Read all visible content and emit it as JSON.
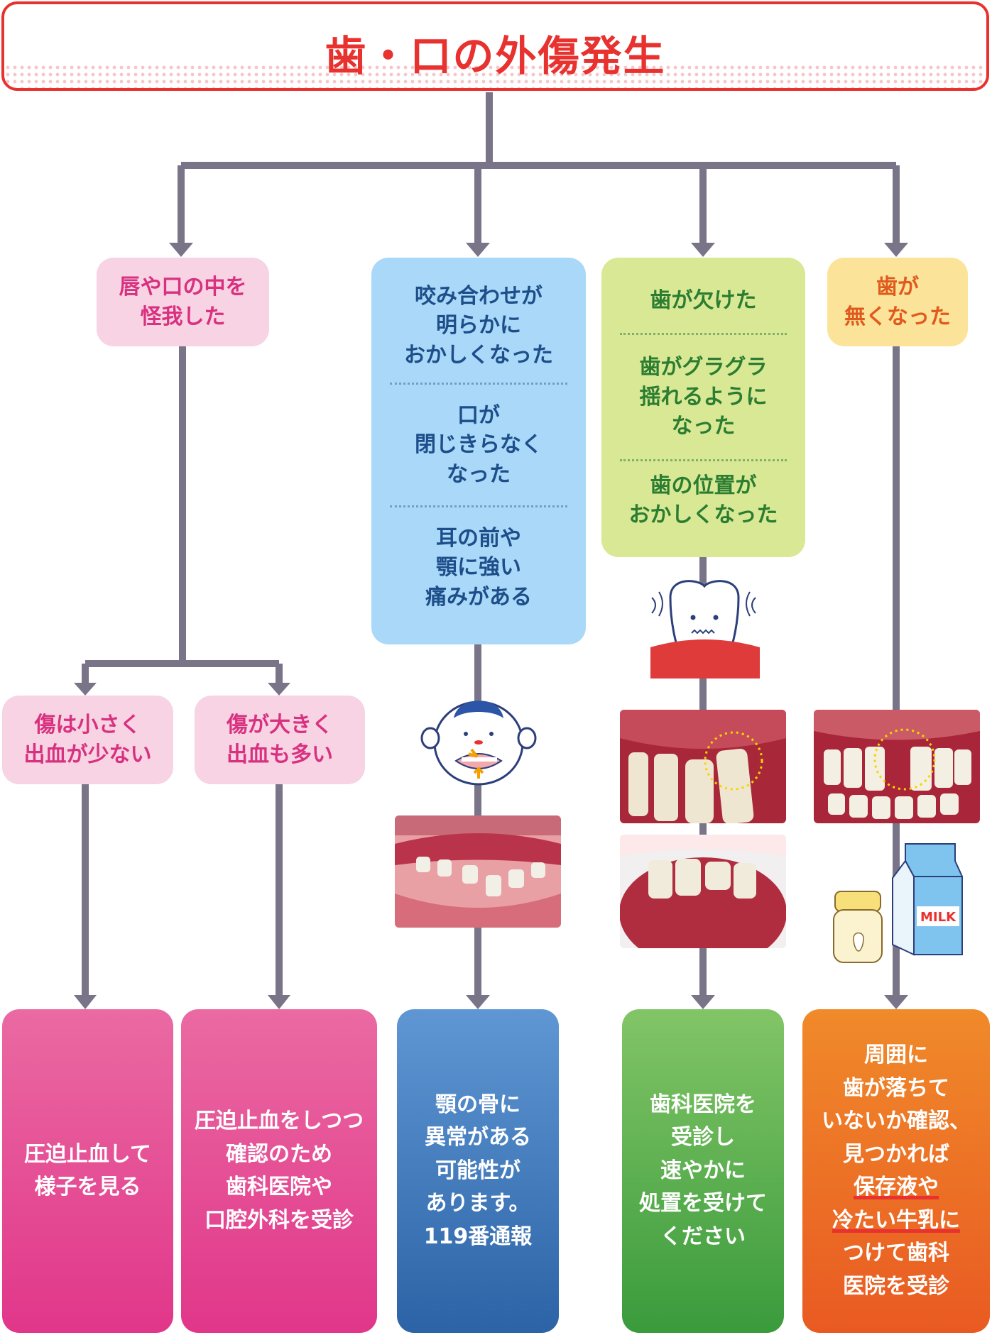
{
  "title": "歯・口の外傷発生",
  "colors": {
    "connector": "#7a7489",
    "title_red": "#e8322f",
    "pink": "#e1368a",
    "blue": "#2c63a6",
    "green": "#3a9b3c",
    "orange": "#e95a22"
  },
  "lip": {
    "label": "唇や口の中を\n怪我した"
  },
  "small_wound": {
    "label": "傷は小さく\n出血が少ない"
  },
  "large_wound": {
    "label": "傷が大きく\n出血も多い"
  },
  "bite": {
    "items": [
      "咬み合わせが\n明らかに\nおかしくなった",
      "口が\n閉じきらなく\nなった",
      "耳の前や\n顎に強い\n痛みがある"
    ]
  },
  "chipped": {
    "items": [
      "歯が欠けた",
      "歯がグラグラ\n揺れるように\nなった",
      "歯の位置が\nおかしくなった"
    ]
  },
  "lost": {
    "label": "歯が\n無くなった"
  },
  "results": {
    "r1": "圧迫止血して\n様子を見る",
    "r2": "圧迫止血をしつつ\n確認のため\n歯科医院や\n口腔外科を受診",
    "r3": "顎の骨に\n異常がある\n可能性が\nあります。\n119番通報",
    "r4": "歯科医院を\n受診し\n速やかに\n処置を受けて\nください",
    "r5": {
      "line1": "周囲に",
      "line2": "歯が落ちて",
      "line3": "いないか確認、",
      "line4": "見つかれば",
      "line5": "保存液や",
      "line6": "冷たい牛乳に",
      "line7": "つけて歯科",
      "line8": "医院を受診"
    }
  },
  "illustrations": {
    "milk_label": "MILK",
    "icons": [
      "crying-face-icon",
      "wobbly-tooth-icon",
      "milk-carton-icon",
      "storage-jar-icon"
    ]
  }
}
